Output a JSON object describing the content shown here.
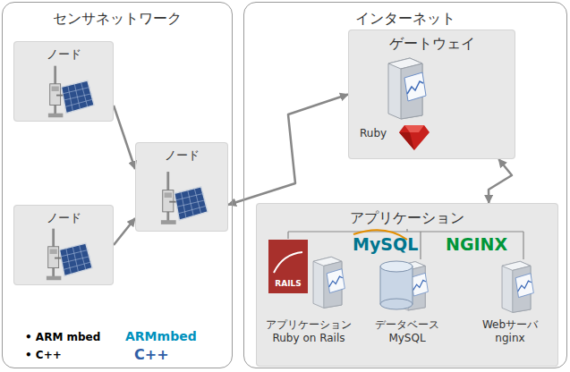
{
  "diagram": {
    "nodes": [
      {
        "text": [
          "センサネットワーク"
        ]
      },
      {
        "text": [
          "インターネット"
        ]
      },
      {
        "text": [
          "ノード"
        ],
        "in": 0
      },
      {
        "text": [
          "ノード"
        ],
        "in": 0
      },
      {
        "text": [
          "ノード"
        ],
        "in": 0
      },
      {
        "text": [
          "ゲートウェイ",
          "Ruby"
        ],
        "in": 1
      },
      {
        "text": [
          "アプリケーション"
        ],
        "in": 1
      }
    ],
    "edges": [
      {
        "from": 2,
        "to": 3,
        "arrow": "to"
      },
      {
        "from": 4,
        "to": 3,
        "arrow": "to"
      },
      {
        "from": 3,
        "to": 5,
        "arrow": "both"
      },
      {
        "from": 5,
        "to": 6,
        "arrow": "both"
      }
    ],
    "labels": [
      "アプリケーション Ruby on Rails",
      "データベース MySQL",
      "Webサーバ nginx",
      "RAILS",
      "MySQL",
      "NGINX",
      "• ARM mbed",
      "• C++",
      "ARMmbed",
      "C++"
    ]
  }
}
